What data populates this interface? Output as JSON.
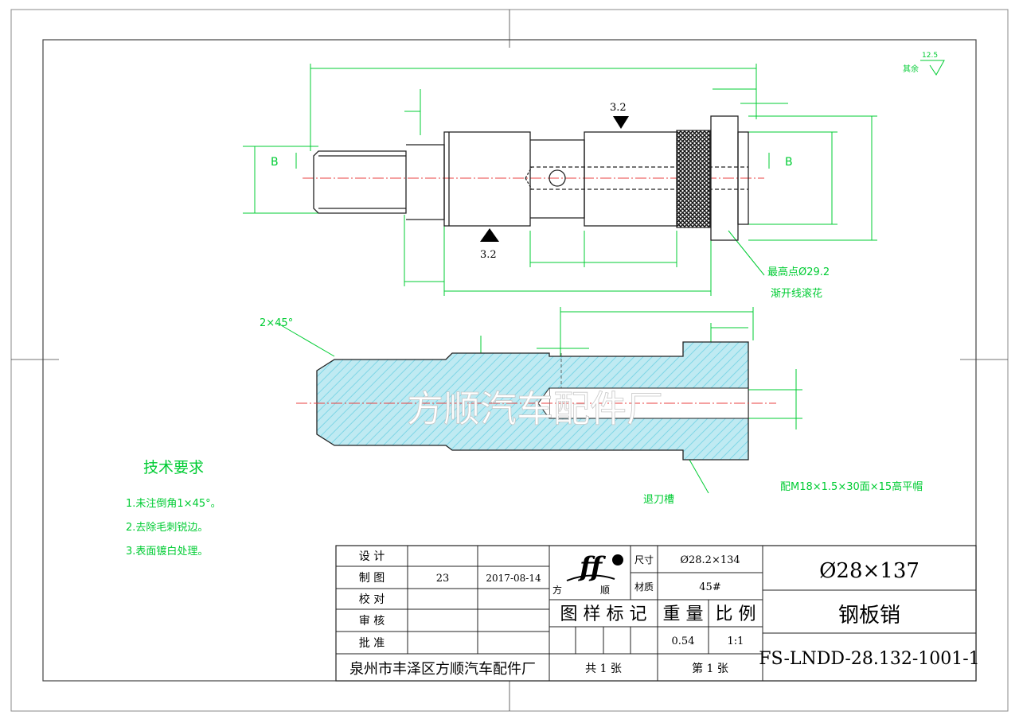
{
  "colors": {
    "dimension": "#00cc33",
    "outline": "#222222",
    "center_line": "#e84040",
    "hatch": "#7fd6e6",
    "watermark": "#ffffff"
  },
  "roughness": {
    "general_label": "其余",
    "general_value": "12.5",
    "mark_1": "3.2",
    "mark_2": "3.2"
  },
  "section_labels": {
    "left": "B",
    "right": "B"
  },
  "annotations": {
    "knurl_line1": "最高点Ø29.2",
    "knurl_line2": "渐开线滚花",
    "chamfer": "2×45°",
    "undercut": "退刀槽",
    "nut_note": "配M18×1.5×30面×15高平帽"
  },
  "watermark": "方顺汽车配件厂",
  "requirements": {
    "title": "技术要求",
    "items": [
      "1.未注倒角1×45°。",
      "2.去除毛刺锐边。",
      "3.表面镀白处理。"
    ]
  },
  "title_block": {
    "roles": [
      "设 计",
      "制 图",
      "校 对",
      "审 核",
      "批 准"
    ],
    "drawn_by": "23",
    "date": "2017-08-14",
    "logo_left": "方",
    "logo_right": "顺",
    "size_label": "尺寸",
    "size_value": "Ø28.2×134",
    "material_label": "材质",
    "material_value": "45#",
    "sample_header": "图 样 标 记",
    "weight_header": "重 量",
    "scale_header": "比 例",
    "weight_value": "0.54",
    "scale_value": "1:1",
    "company": "泉州市丰泽区方顺汽车配件厂",
    "sheets_total": "共 1 张",
    "sheet_no": "第 1 张",
    "part_size": "Ø28×137",
    "part_name": "钢板销",
    "drawing_no": "FS-LNDD-28.132-1001-1"
  }
}
